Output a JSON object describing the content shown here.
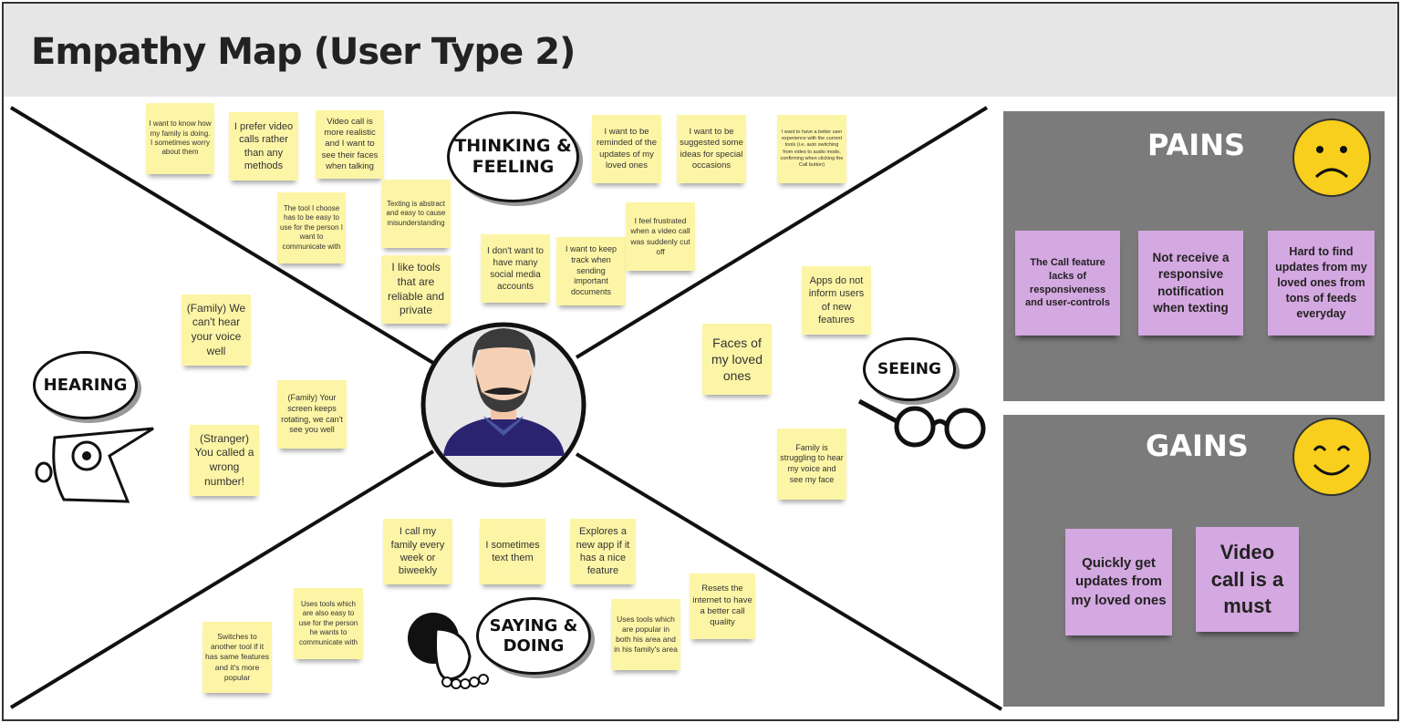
{
  "title": "Empathy Map (User Type 2)",
  "quadrants": {
    "thinking": "THINKING & FEELING",
    "hearing": "HEARING",
    "seeing": "SEEING",
    "saying": "SAYING & DOING"
  },
  "thinking_feeling": [
    "I want to know how my family is doing. I sometimes worry about them",
    "I prefer video calls rather than any methods",
    "Video call is more realistic and I want to see their faces when talking",
    "The tool I choose has to be easy to use for the person I want to communicate with",
    "Texting is abstract and easy to cause misunderstanding",
    "I like tools that are reliable and private",
    "I don't want to have many social media accounts",
    "I want to keep track when sending important documents",
    "I feel frustrated when a video call was suddenly cut off",
    "I want to be reminded of the updates of my loved ones",
    "I want to be suggested some ideas for special occasions",
    "I want  to have a better user experience with the current tools (i.e. auto switching from video to audio mode, confirming when clicking the Call button)"
  ],
  "hearing": [
    "(Family) We can't hear your voice well",
    "(Family) Your screen keeps rotating, we can't see you well",
    "(Stranger) You called a wrong number!"
  ],
  "seeing": [
    "Apps do not inform users of new features",
    "Faces of my loved ones",
    "Family is struggling to hear my voice and see my face"
  ],
  "saying_doing": [
    "I call my family every week or biweekly",
    "I sometimes text them",
    "Explores a new app if it has a nice feature",
    "Uses tools which are also easy to use for the person he wants to communicate with",
    "Switches to another tool if it has same features and it's more popular",
    "Uses tools which are popular in both his area and in his family's area",
    "Resets the internet to have a better call quality"
  ],
  "pains": {
    "title": "PAINS",
    "items": [
      "The Call feature lacks of responsiveness and user-controls",
      "Not receive a responsive notification when texting",
      "Hard to find updates from my loved ones from tons of feeds everyday"
    ]
  },
  "gains": {
    "title": "GAINS",
    "items": [
      "Quickly get updates from my loved ones",
      "Video call is a must"
    ]
  },
  "colors": {
    "sticky": "#fdf5a6",
    "purple": "#d4a8e0",
    "panel": "#7b7b7b",
    "face": "#f7cf1c"
  }
}
